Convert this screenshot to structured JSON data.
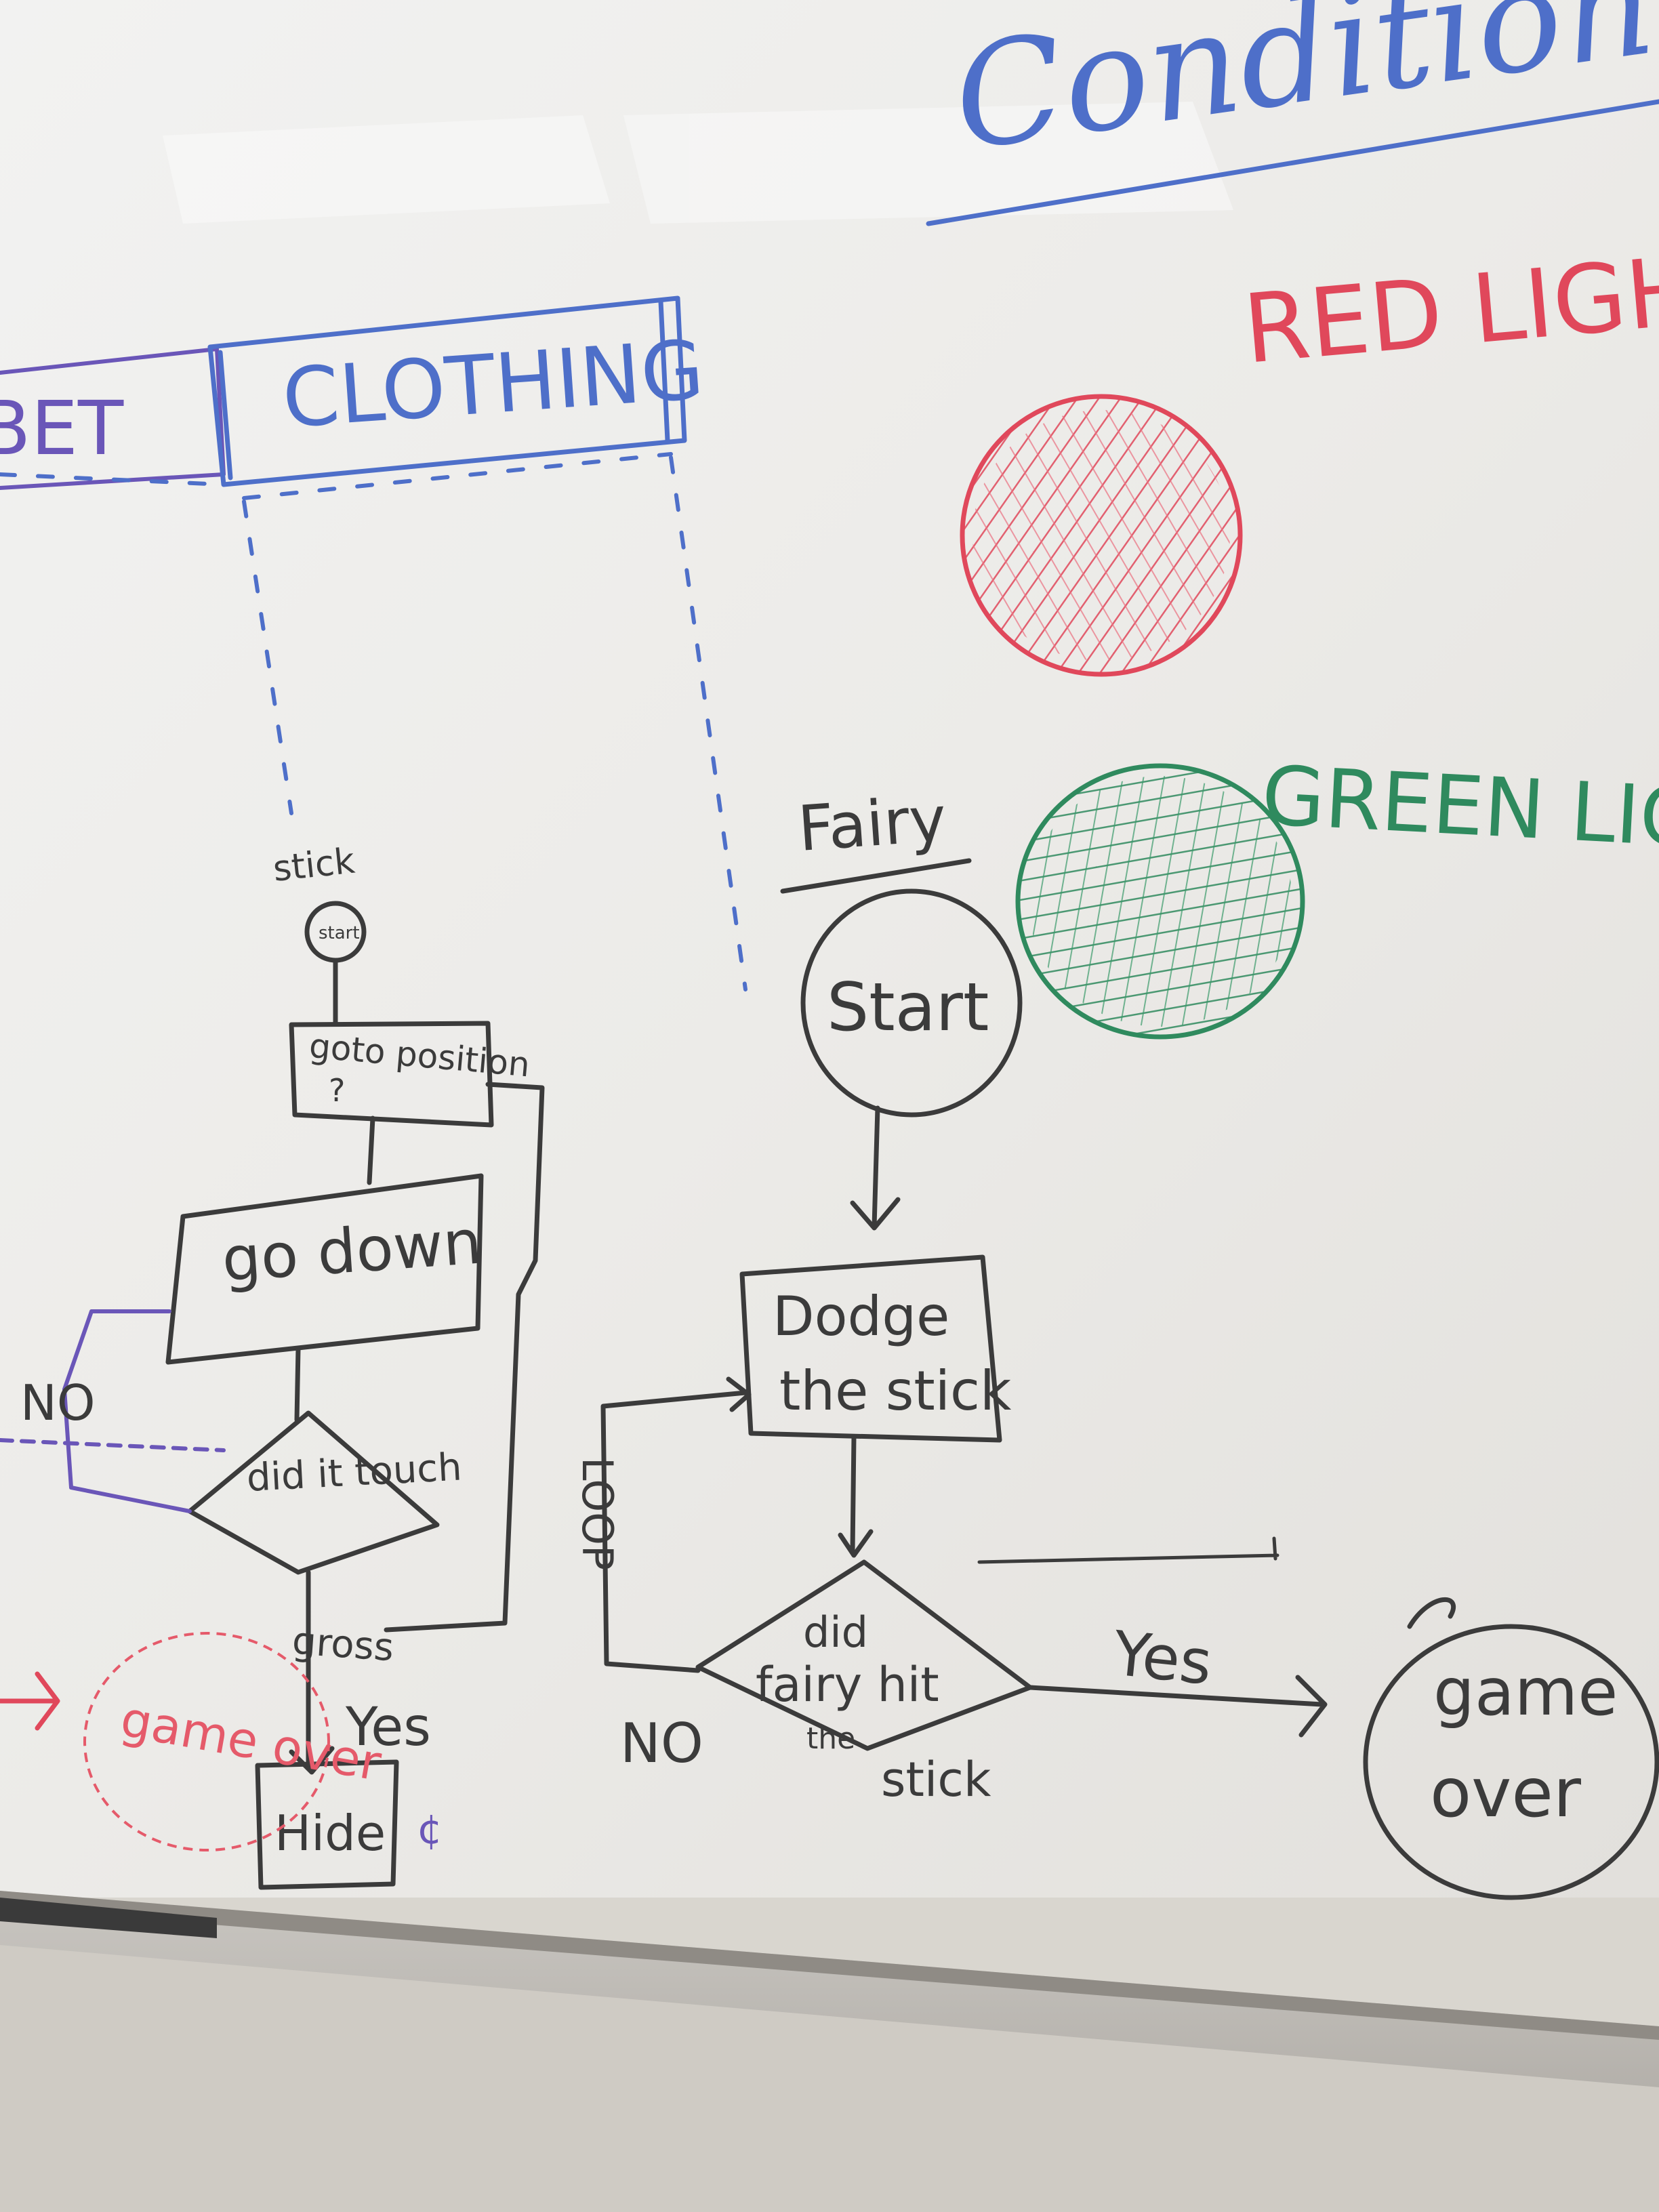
{
  "header": {
    "title": "Conditiona"
  },
  "tabs": {
    "left_partial": "BET",
    "active": "CLOTHING"
  },
  "lights": {
    "red_label": "RED LIGH",
    "green_label": "GREEN LIGI",
    "colors": {
      "red": "#e0485b",
      "green": "#2f8a5e",
      "blue": "#4e6fc9",
      "purple": "#6a56b8"
    }
  },
  "stick_flow": {
    "title": "stick",
    "start_text": "start",
    "step1": "goto position",
    "step2": "go down",
    "decision": "did it touch",
    "no_label": "NO",
    "fork_text": "gross",
    "yes_label": "Yes",
    "end_box": "Hide",
    "red_note": "game over"
  },
  "fairy_flow": {
    "title": "Fairy",
    "start": "Start",
    "action_line1": "Dodge",
    "action_line2": "the stick",
    "loop_label": "LOOP",
    "decision_line1": "did",
    "decision_line2": "fairy hit",
    "decision_line3": "the",
    "decision_line4": "stick",
    "no_label": "NO",
    "yes_label": "Yes",
    "end_line1": "game",
    "end_line2": "over"
  }
}
